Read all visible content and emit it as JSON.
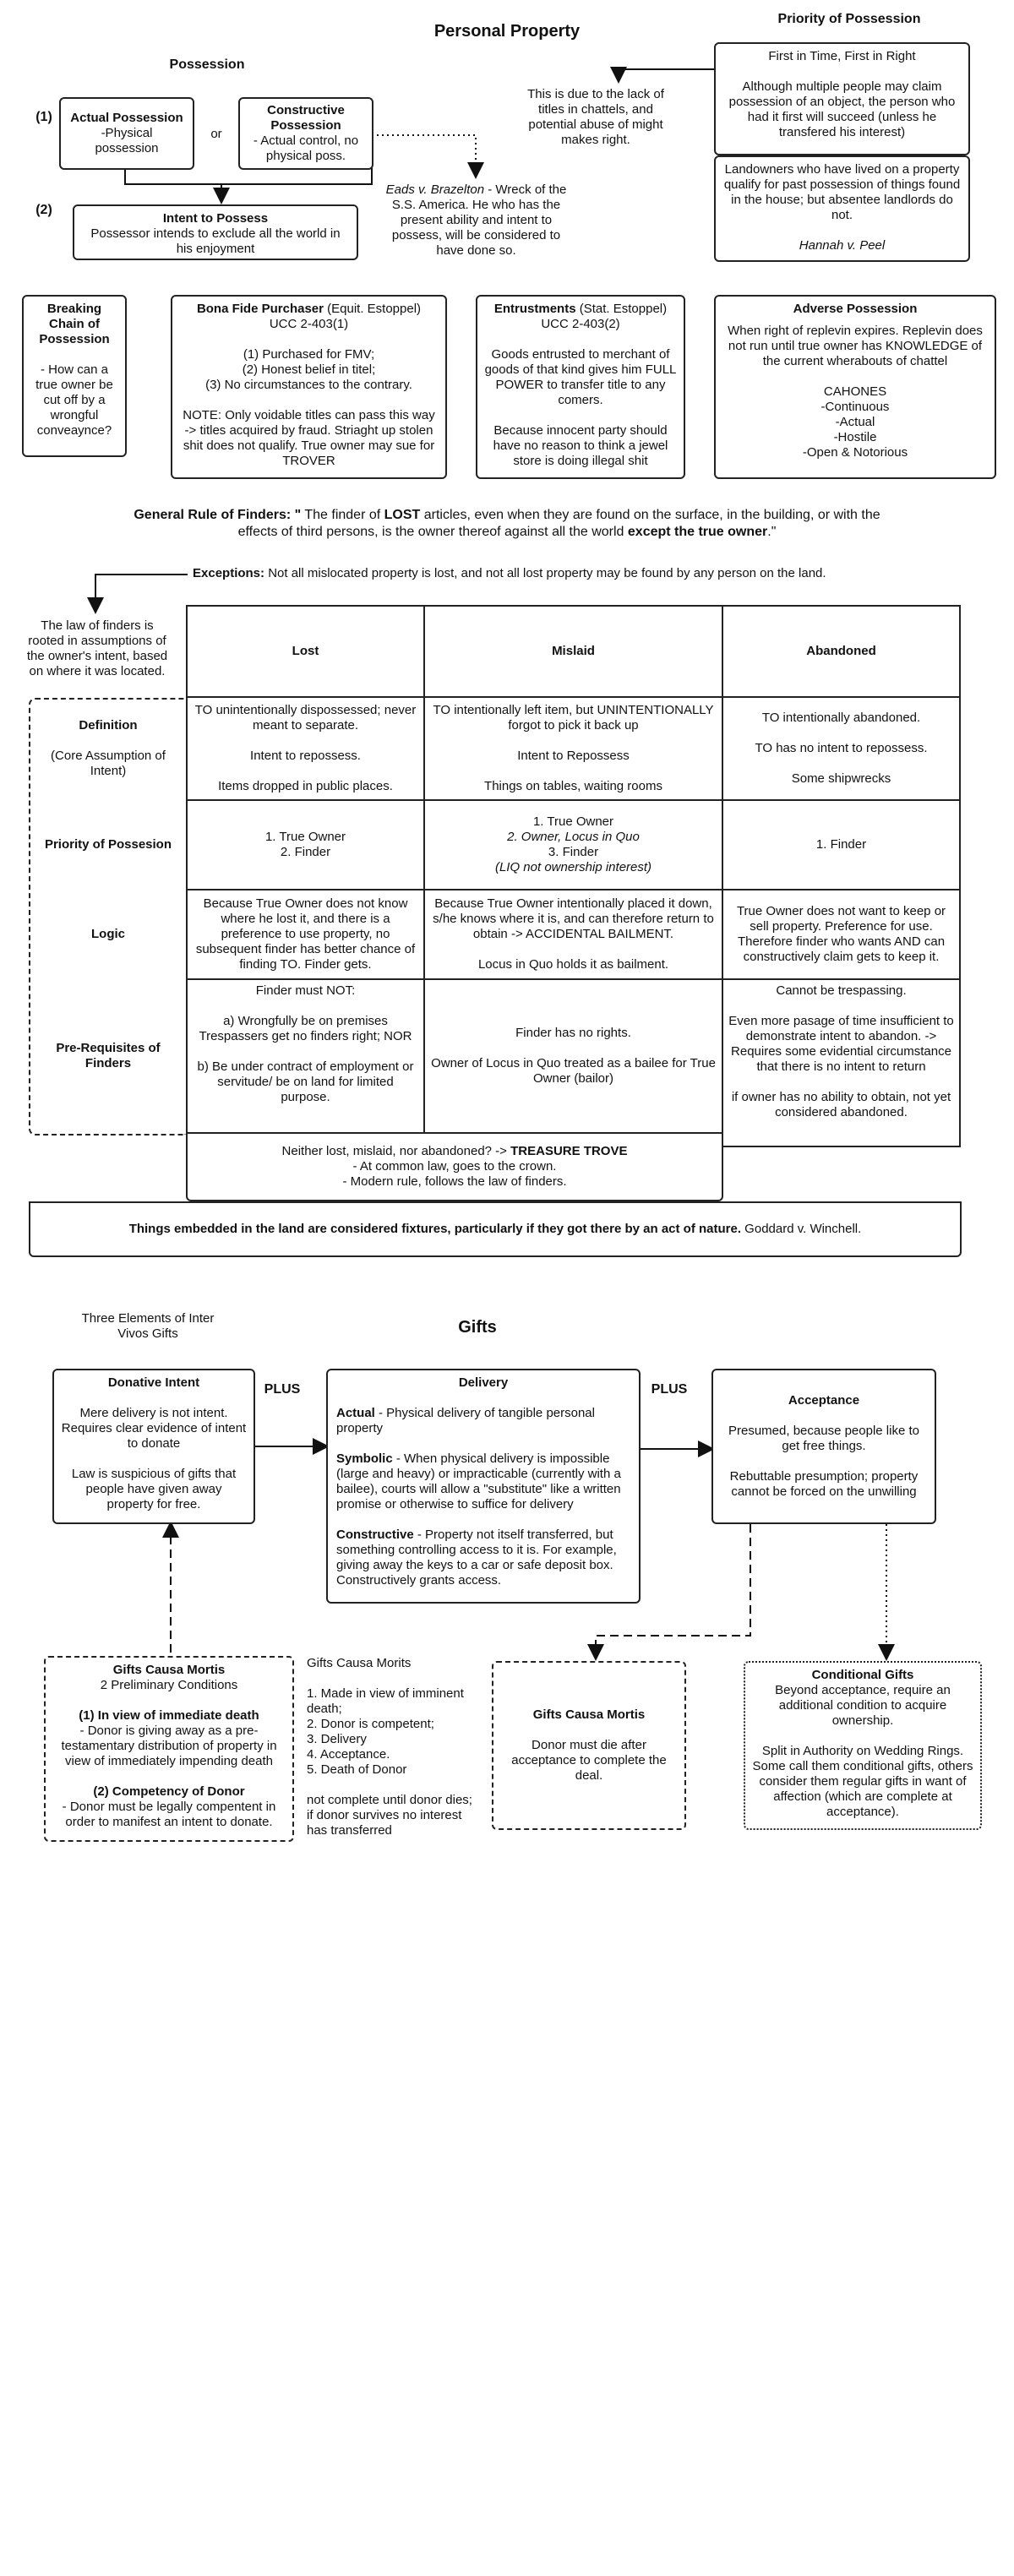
{
  "property": {
    "title": "Personal Property",
    "possession_header": "Possession",
    "num1": "(1)",
    "num2": "(2)",
    "actual_title": "Actual Possession",
    "actual_body": "-Physical possession",
    "or": "or",
    "constructive_title": "Constructive Possession",
    "constructive_body": "- Actual control, no physical poss.",
    "intent_title": "Intent to Possess",
    "intent_body": "Possessor intends to exclude all the world in his enjoyment",
    "eads_case": "Eads v. Brazelton",
    "eads_body": " - Wreck of the S.S. America. He who has the present ability and intent to possess, will be considered to have done so.",
    "lack_titles": "This is due to the lack of titles in chattels, and potential abuse of might makes right.",
    "priority_header": "Priority of Possession",
    "first_in_time": "First in Time, First in Right",
    "first_in_time_body": "Although multiple people may claim possession of an object, the person who had it first will succeed (unless he transfered his interest)",
    "landowners": "Landowners who have lived on a property qualify for past possession of things found in the house; but absentee landlords do not.",
    "hannah": "Hannah v. Peel"
  },
  "chain": {
    "breaking_title": "Breaking Chain of Possession",
    "breaking_body": "- How can a true owner be cut off by a wrongful conveaynce?",
    "bfp_title": "Bona Fide Purchaser",
    "bfp_title_tail": " (Equit. Estoppel)",
    "bfp_ucc": "UCC 2-403(1)",
    "bfp_list": [
      "(1) Purchased for FMV;",
      "(2) Honest belief in titel;",
      "(3) No circumstances to the contrary."
    ],
    "bfp_note": "NOTE: Only voidable titles can pass this way -> titles acquired by fraud. Striaght up stolen shit does not qualify. True owner may sue for TROVER",
    "ent_title": "Entrustments",
    "ent_title_tail": " (Stat. Estoppel)",
    "ent_ucc": "UCC 2-403(2)",
    "ent_body1": "Goods entrusted to merchant of goods of that kind gives him FULL POWER to transfer title to any comers.",
    "ent_body2": "Because innocent party should have no reason to think a jewel store is doing illegal shit",
    "adverse_title": "Adverse Possession",
    "adverse_body": "When right of replevin expires. Replevin does not run until true owner has KNOWLEDGE of the current wherabouts of chattel",
    "cahones": [
      "CAHONES",
      "-Continuous",
      "-Actual",
      "-Hostile",
      "-Open & Notorious"
    ]
  },
  "finders": {
    "rule_lead": "General Rule of Finders: \"",
    "rule_a": " The finder of ",
    "rule_lost": "LOST",
    "rule_b": " articles, even when they are found on the surface, in the building, or with the effects of third persons, is the owner thereof against all the world ",
    "rule_except": "except the true owner",
    "rule_end": ".\"",
    "exceptions_label": "Exceptions:",
    "exceptions_body": " Not all  mislocated property is lost, and not all lost property may be found by any person on the land.",
    "rooted": "The law of finders is rooted in assumptions of the owner's intent, based on where it was located.",
    "columns": [
      "Lost",
      "Mislaid",
      "Abandoned"
    ],
    "definition_label": "Definition",
    "definition_sub": "(Core Assumption of Intent)",
    "def_lost": [
      "TO unintentionally dispossessed; never meant to separate.",
      "Intent to repossess.",
      "Items dropped in public places."
    ],
    "def_mislaid": [
      "TO intentionally left item, but UNINTENTIONALLY forgot to pick it back up",
      "Intent to Repossess",
      "Things on tables, waiting rooms"
    ],
    "def_abandoned": [
      "TO intentionally abandoned.",
      "TO has no intent to repossess.",
      "Some shipwrecks"
    ],
    "priority_label": "Priority of Possesion",
    "pri_lost": [
      "1. True Owner",
      "2. Finder"
    ],
    "pri_mislaid_1": "1. True Owner",
    "pri_mislaid_2": "2. Owner, Locus in Quo",
    "pri_mislaid_3": "3. Finder",
    "pri_mislaid_4": "(LIQ not ownership interest)",
    "pri_abandoned": "1. Finder",
    "logic_label": "Logic",
    "logic_lost": "Because True Owner does not know where he lost it, and there is a preference to use property, no subsequent finder has better chance of finding TO. Finder gets.",
    "logic_mislaid_1": "Because True Owner intentionally placed it down, s/he knows where it is, and can therefore return to obtain -> ACCIDENTAL BAILMENT.",
    "logic_mislaid_2": "Locus in Quo holds it as bailment.",
    "logic_abandoned": "True Owner does not want to keep or sell property. Preference for use. Therefore finder who wants AND can constructively claim gets to keep it.",
    "prereq_label": "Pre-Requisites of Finders",
    "pre_lost_head": "Finder must NOT:",
    "pre_lost_a": "a) Wrongfully be on premises Trespassers get no finders right; NOR",
    "pre_lost_b": "b) Be under contract of employment or servitude/ be on land for limited purpose.",
    "pre_mislaid_1": "Finder has no rights.",
    "pre_mislaid_2": "Owner of Locus in Quo treated as a bailee for True Owner (bailor)",
    "pre_abandoned_1": "Cannot be trespassing.",
    "pre_abandoned_2": "Even more pasage of time insufficient to demonstrate intent to abandon. -> Requires some evidential circumstance that there is no intent to return",
    "pre_abandoned_3": "if owner has no ability to obtain, not yet considered abandoned.",
    "treasure_lead": "Neither lost, mislaid, nor abandoned? -> ",
    "treasure_bold": "TREASURE TROVE",
    "treasure_1": "- At common law, goes to the crown.",
    "treasure_2": "- Modern rule, follows the law of finders.",
    "fixtures_bold": "Things embedded in the land are considered fixtures, particularly if they got there by an act of nature.",
    "fixtures_case": " Goddard v. Winchell."
  },
  "gifts": {
    "title": "Gifts",
    "three_elements": "Three Elements of Inter Vivos Gifts",
    "plus": "PLUS",
    "donative_title": "Donative Intent",
    "donative_1": "Mere delivery is not intent. Requires clear evidence of intent to donate",
    "donative_2": "Law is suspicious of gifts that people have given away property for free.",
    "delivery_title": "Delivery",
    "actual_label": "Actual",
    "actual_body": "  - Physical delivery of tangible personal property",
    "symbolic_label": "Symbolic",
    "symbolic_body": " - When physical delivery is impossible (large and heavy) or impracticable (currently with a bailee), courts will allow a \"substitute\" like a written promise or otherwise to suffice for delivery",
    "constructive_label": "Constructive",
    "constructive_body": "  - Property not itself transferred, but something controlling access to it is. For example, giving away the keys to a car or safe deposit box. Constructively grants access.",
    "acceptance_title": "Acceptance",
    "acceptance_1": "Presumed, because people like to get free things.",
    "acceptance_2": "Rebuttable presumption; property cannot be forced on the unwilling",
    "gcm_title": "Gifts Causa Mortis",
    "gcm_sub": "2 Preliminary Conditions",
    "gcm_c1_title": "(1) In view of immediate death",
    "gcm_c1_body": "- Donor is giving away as a pre-testamentary distribution of property in view of immediately impending death",
    "gcm_c2_title": "(2) Competency of Donor",
    "gcm_c2_body": "- Donor must be legally compentent in order to manifest an intent to donate.",
    "gcm_list_title": "Gifts Causa Morits",
    "gcm_list": [
      "1. Made in view of imminent death;",
      "2. Donor is competent;",
      "3. Delivery",
      "4. Acceptance.",
      "5. Death of Donor"
    ],
    "gcm_not_complete": "not complete until donor dies; if donor survives no interest has transferred",
    "gcm2_title": "Gifts Causa Mortis",
    "gcm2_body": "Donor must die after acceptance to complete the deal.",
    "cond_title": "Conditional Gifts",
    "cond_1": "Beyond acceptance, require an additional condition to acquire ownership.",
    "cond_2": "Split in Authority on Wedding Rings. Some call them conditional gifts, others consider them regular gifts in want of affection (which are complete at acceptance)."
  }
}
